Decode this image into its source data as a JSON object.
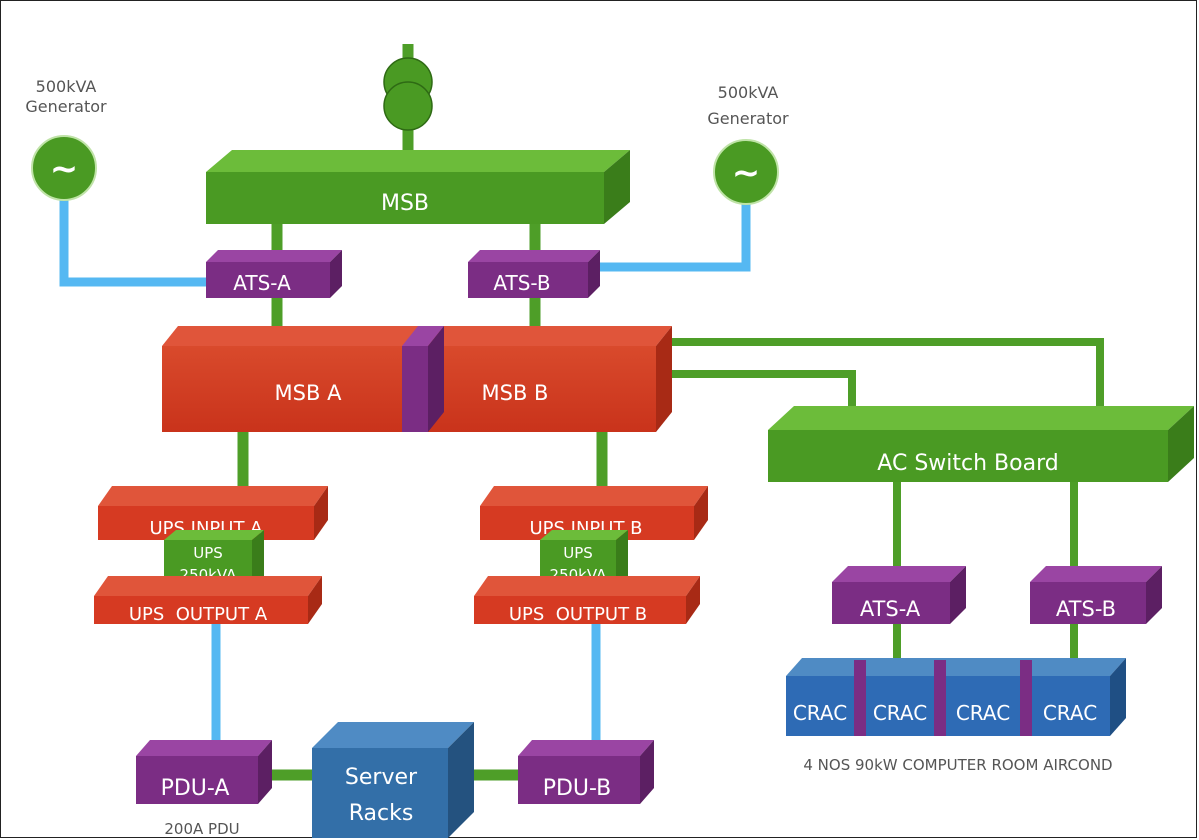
{
  "diagram": {
    "generator_left": {
      "line1": "500kVA",
      "line2": "Generator",
      "symbol": "~"
    },
    "generator_right": {
      "line1": "500kVA",
      "line2": "Generator",
      "symbol": "~"
    },
    "msb_main": "MSB",
    "ats_a": "ATS-A",
    "ats_b": "ATS-B",
    "msb_a": "MSB A",
    "msb_b": "MSB B",
    "ups_input_a": "UPS INPUT A",
    "ups_input_b": "UPS INPUT B",
    "ups_a": {
      "line1": "UPS",
      "line2": "250kVA"
    },
    "ups_b": {
      "line1": "UPS",
      "line2": "250kVA"
    },
    "ups_output_a": "UPS  OUTPUT A",
    "ups_output_b": "UPS  OUTPUT B",
    "pdu_a": "PDU-A",
    "pdu_b": "PDU-B",
    "pdu_caption": "200A PDU",
    "server_racks": {
      "line1": "Server",
      "line2": "Racks"
    },
    "ac_switch_board": "AC Switch Board",
    "ac_ats_a": "ATS-A",
    "ac_ats_b": "ATS-B",
    "crac_units": [
      "CRAC",
      "CRAC",
      "CRAC",
      "CRAC"
    ],
    "crac_caption": "4 NOS 90kW COMPUTER ROOM AIRCOND"
  },
  "colors": {
    "green": "#4a9a23",
    "purple": "#7b2d84",
    "red": "#d63a22",
    "blue_box": "#2e6bb5",
    "server_box": "#336fa8",
    "cable_blue": "#55b8f2"
  }
}
